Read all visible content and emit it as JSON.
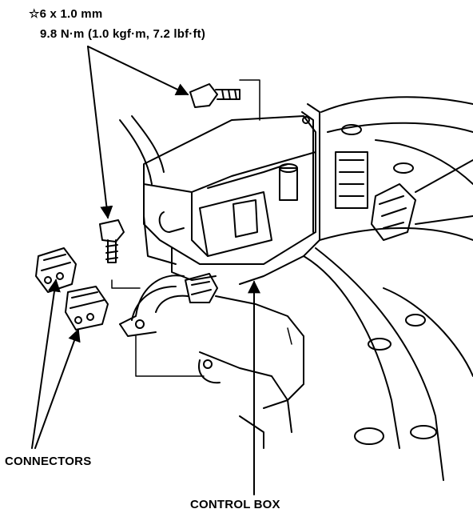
{
  "labels": {
    "bolt_size": "☆6 x 1.0 mm",
    "bolt_torque": "9.8 N·m (1.0 kgf·m, 7.2 lbf·ft)",
    "connectors": "CONNECTORS",
    "control_box": "CONTROL BOX"
  },
  "colors": {
    "ink": "#000000",
    "paper": "#ffffff"
  }
}
